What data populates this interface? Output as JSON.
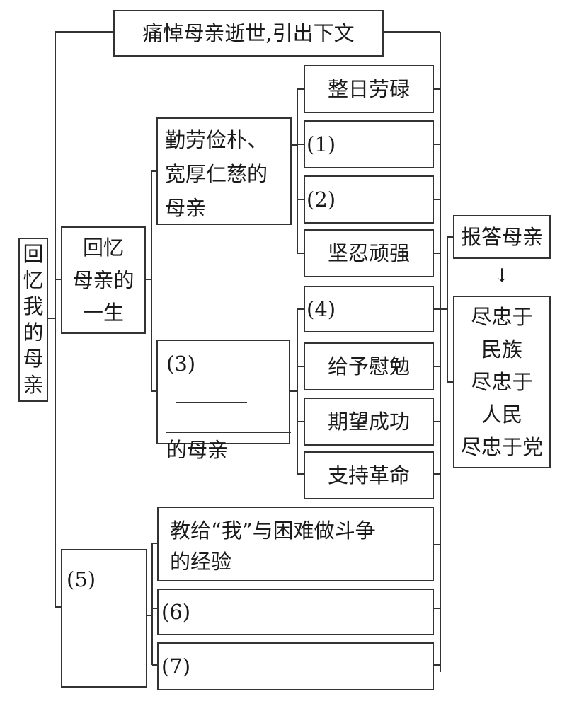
{
  "intro": "痛悼母亲逝世,引出下文",
  "root": [
    "回",
    "忆",
    "我",
    "的",
    "母",
    "亲"
  ],
  "recall": [
    "回忆",
    "母亲的",
    "一生"
  ],
  "diligent": [
    "勤劳俭朴、",
    "宽厚仁慈的",
    "母亲"
  ],
  "diligent_traits": [
    "整日劳碌",
    "(1)",
    "(2)",
    "坚忍顽强"
  ],
  "q3": {
    "label": "(3)",
    "tail": "的母亲"
  },
  "q3_traits": [
    "(4)",
    "给予慰勉",
    "期望成功",
    "支持革命"
  ],
  "repay": "报答母亲",
  "arrow": "↓",
  "loyalty": [
    "尽忠于",
    "民族",
    "尽忠于",
    "人民",
    "尽忠于党"
  ],
  "q5": "(5)",
  "q5_items": [
    "教给“我”与困难做斗争",
    "的经验",
    "(6)",
    "(7)"
  ]
}
